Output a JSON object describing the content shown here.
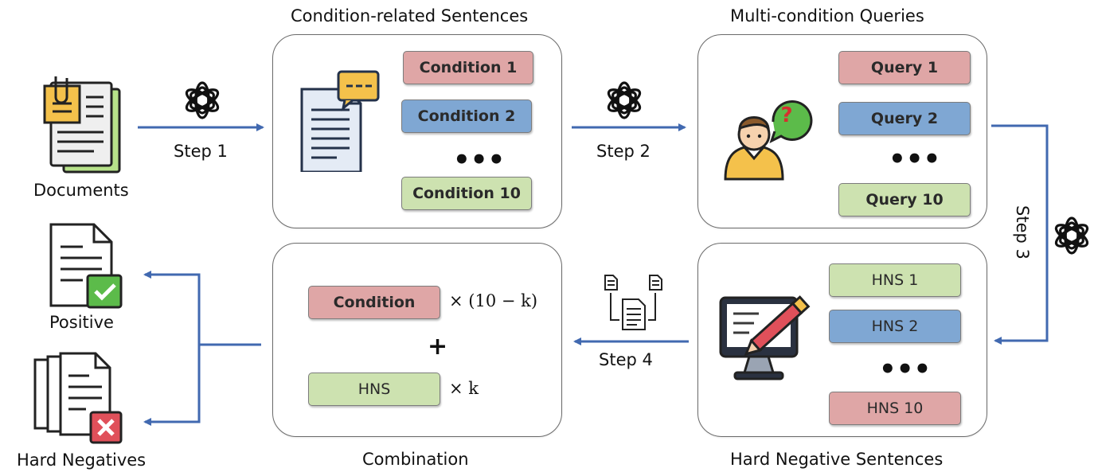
{
  "titles": {
    "condition_sentences": "Condition-related Sentences",
    "multi_condition_queries": "Multi-condition Queries",
    "combination": "Combination",
    "hard_negative_sentences": "Hard Negative Sentences"
  },
  "left": {
    "documents": "Documents",
    "positive": "Positive",
    "hard_negatives": "Hard Negatives"
  },
  "steps": {
    "step1": "Step 1",
    "step2": "Step 2",
    "step3": "Step 3",
    "step4": "Step 4"
  },
  "conditions": {
    "c1": "Condition 1",
    "c2": "Condition 2",
    "ellipsis": "•••",
    "c10": "Condition 10"
  },
  "queries": {
    "q1": "Query 1",
    "q2": "Query 2",
    "ellipsis": "•••",
    "q10": "Query 10"
  },
  "hns": {
    "h1": "HNS 1",
    "h2": "HNS 2",
    "ellipsis": "•••",
    "h10": "HNS 10"
  },
  "combination": {
    "condition": "Condition",
    "condition_mult": "× (10 − k)",
    "plus": "+",
    "hns": "HNS",
    "hns_mult": "× k"
  },
  "colors": {
    "arrow": "#4169b0",
    "red": "#dfa6a6",
    "blue": "#7fa7d3",
    "green": "#cde2b0"
  },
  "icons": [
    "document-stack-icon",
    "openai-logo-icon",
    "document-chat-icon",
    "person-question-icon",
    "monitor-pen-icon",
    "merge-documents-icon",
    "positive-document-icon",
    "negative-documents-icon"
  ]
}
